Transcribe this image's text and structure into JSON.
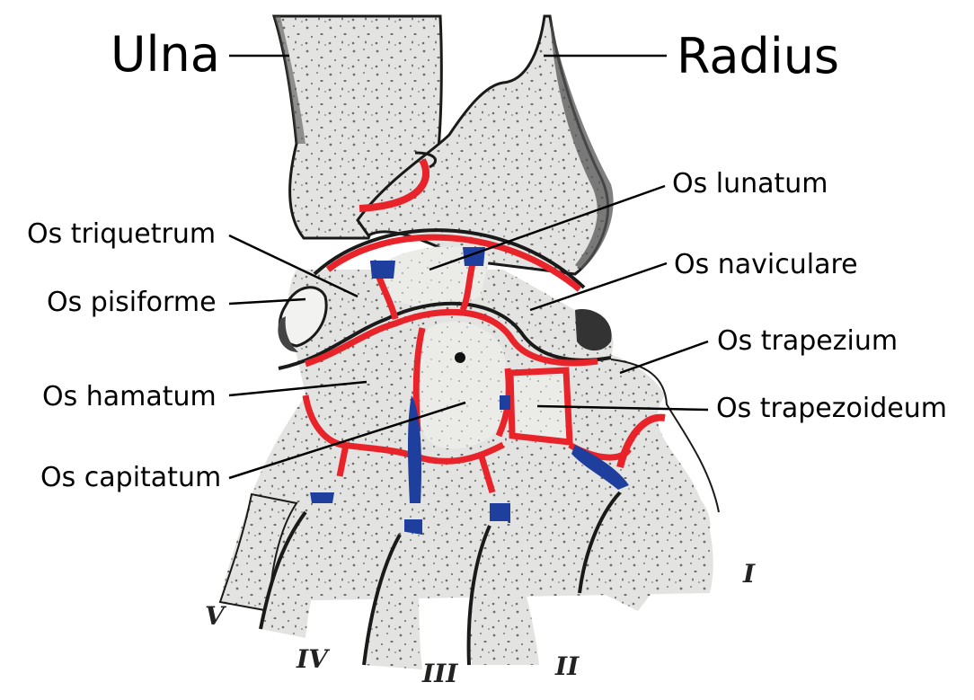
{
  "labels": {
    "ulna": "Ulna",
    "radius": "Radius",
    "os_lunatum": "Os lunatum",
    "os_triquetrum": "Os triquetrum",
    "os_naviculare": "Os naviculare",
    "os_pisiforme": "Os pisiforme",
    "os_trapezium": "Os trapezium",
    "os_hamatum": "Os hamatum",
    "os_trapezoideum": "Os trapezoideum",
    "os_capitatum": "Os capitatum"
  },
  "metacarpals": {
    "i": "I",
    "ii": "II",
    "iii": "III",
    "iv": "IV",
    "v": "V"
  },
  "colors": {
    "bone_fill": "#e3e3e1",
    "bone_outline": "#1a1a1a",
    "joint_cavity": "#e8232a",
    "ligament": "#1f3f9e",
    "leader_line": "#000000"
  }
}
